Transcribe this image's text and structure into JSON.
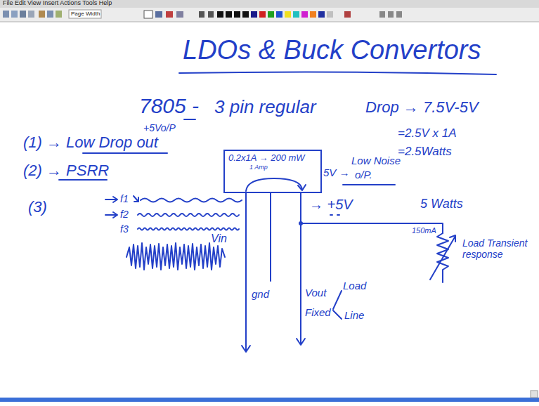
{
  "diagram": {
    "title": "LDOs & Buck Convertors",
    "nodes": [
      {
        "text": [
          "0.2x1A → 200 mW",
          "1 Amp"
        ]
      }
    ],
    "edges": [],
    "labels": [
      "File Edit View Insert Actions Tools Help",
      "Page Width",
      "7805 -",
      "3 pin regular",
      "+5Vo/P",
      "Drop → 7.5V-5V",
      "=2.5V x 1A",
      "=2.5Watts",
      "(1) → Low Drop out",
      "(2) → PSRR",
      "(3)",
      "5V →",
      "Low Noise",
      "o/P.",
      "→ +5V",
      "5 Watts",
      "150mA",
      "Load Transient response",
      "f1",
      "f2",
      "f3",
      "Vin",
      "gnd",
      "Vout",
      "Fixed",
      "Load",
      "Line"
    ]
  }
}
